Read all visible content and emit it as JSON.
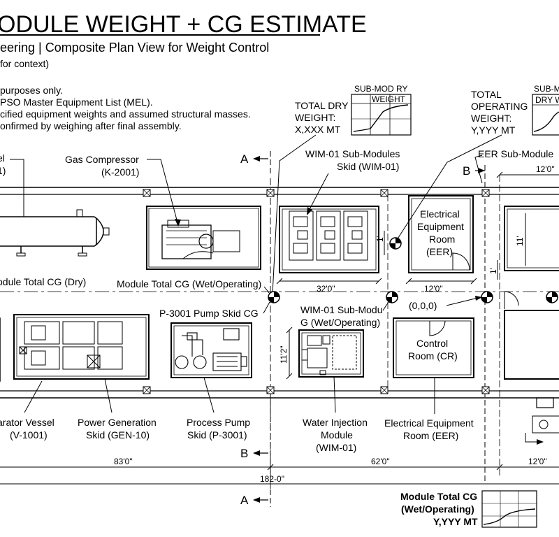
{
  "header": {
    "title": "ODULE WEIGHT + CG ESTIMATE",
    "subtitle": "eering | Composite Plan View for Weight Control",
    "context_note": "for context)"
  },
  "notes": [
    "purposes only.",
    "PSO Master Equipment List (MEL).",
    "cified equipment weights and assumed structural masses.",
    "onfirmed by weighing after final assembly."
  ],
  "weight_boxes": {
    "dry": {
      "label_lines": [
        "TOTAL DRY",
        "WEIGHT:",
        "X,XXX MT"
      ],
      "mini_chart_title_lines": [
        "SUB-MOD RY",
        "WEIGHT"
      ]
    },
    "operating": {
      "label_lines": [
        "TOTAL",
        "OPERATING",
        "WEIGHT:",
        "Y,YYY MT"
      ],
      "mini_chart_title_lines": [
        "SUB-M",
        "DRY W"
      ]
    },
    "bottom": {
      "label_lines": [
        "Module Total CG",
        "(Wet/Operating)",
        "Y,YYY MT"
      ]
    }
  },
  "section_marks": {
    "a_top": "A",
    "a_bottom": "A",
    "b_top": "B",
    "b_bottom": "B"
  },
  "callouts": {
    "vessel_top": [
      "el",
      "1)"
    ],
    "gas_compressor": [
      "Gas Compressor",
      "(K-2001)"
    ],
    "wim_submodules": [
      "WIM-01 Sub-Modules",
      "Skid (WIM-01)"
    ],
    "eer_submodule": "EER Sub-Module",
    "module_cg_dry": "odule Total CG (Dry)",
    "module_cg_wet": "Module Total CG (Wet/Operating)",
    "pump_skid_cg": "P-3001 Pump Skid CG",
    "wim_sub_cg": [
      "WIM-01 Sub-Modu",
      "G (Wet/Operating)"
    ],
    "origin": "(0,0,0)"
  },
  "rooms": {
    "eer": [
      "Electrical",
      "Equipment",
      "Room",
      "(EER)"
    ],
    "cr": [
      "Control",
      "Room (CR)"
    ]
  },
  "bottom_labels": {
    "separator": [
      "arator Vessel",
      "(V-1001)"
    ],
    "power_gen": [
      "Power Generation",
      "Skid (GEN-10)"
    ],
    "process_pump": [
      "Process Pump",
      "Skid (P-3001)"
    ],
    "water_injection": [
      "Water Injection",
      "Module",
      "(WIM-01)"
    ],
    "eer_bottom": [
      "Electrical Equipment",
      "Room (EER)"
    ]
  },
  "dimensions": {
    "top_12": "12'0\"",
    "wim_32": "32'0\"",
    "eer_12": "12'0\"",
    "d_83": "83'0\"",
    "d_62": "62'0\"",
    "d_12b": "12'0\"",
    "d_182": "182-0\"",
    "v_1_left": "1'",
    "v_1_right": "1'",
    "v_11_eer": "11'",
    "v_11_wim": "11'2\""
  }
}
